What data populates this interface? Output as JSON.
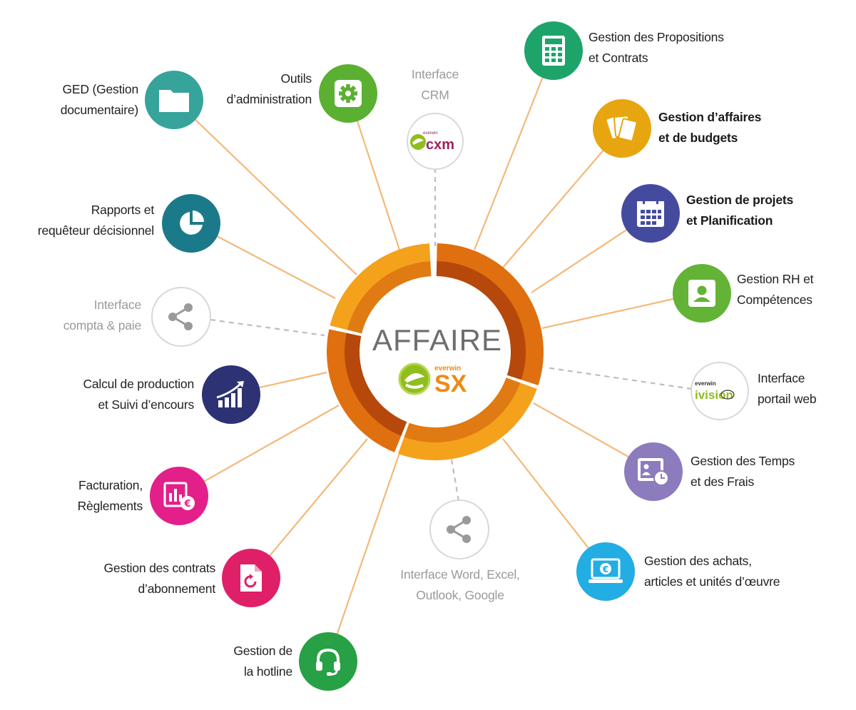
{
  "center": {
    "title": "AFFAIRE",
    "brand_small": "everwin",
    "brand_big": "SX"
  },
  "colors": {
    "ring_light": "#f4a11c",
    "ring_dark": "#d4620c",
    "line_orange": "#f3b979",
    "line_dashed": "#bdbdbd"
  },
  "modules": {
    "ged": {
      "lines": [
        "GED (Gestion",
        "documentaire)"
      ],
      "icon": "folder-icon",
      "color": "#36a49a"
    },
    "outils": {
      "lines": [
        "Outils",
        "d’administration"
      ],
      "icon": "gear-icon",
      "color": "#5bb031"
    },
    "crm": {
      "lines": [
        "Interface",
        "CRM"
      ],
      "icon": "cxm-logo",
      "logo_small": "everwin",
      "logo_big": "cxm"
    },
    "propositions": {
      "lines": [
        "Gestion des Propositions",
        "et Contrats"
      ],
      "icon": "calculator-icon",
      "color": "#1ea46a"
    },
    "affaires": {
      "lines": [
        "Gestion d’affaires",
        "et de budgets"
      ],
      "icon": "cards-icon",
      "color": "#e7a60f"
    },
    "projets": {
      "lines": [
        "Gestion de projets",
        "et Planification"
      ],
      "icon": "calendar-icon",
      "color": "#444b9e"
    },
    "rh": {
      "lines": [
        "Gestion RH et",
        "Compétences"
      ],
      "icon": "person-icon",
      "color": "#63b336"
    },
    "portail": {
      "lines": [
        "Interface",
        "portail web"
      ],
      "icon": "ivision-logo",
      "logo_small": "everwin",
      "logo_big": "ivision"
    },
    "temps": {
      "lines": [
        "Gestion des Temps",
        "et des Frais"
      ],
      "icon": "timesheet-icon",
      "color": "#8c7bbd"
    },
    "achats": {
      "lines": [
        "Gestion des achats,",
        "articles et unités d’œuvre"
      ],
      "icon": "laptop-euro-icon",
      "color": "#22ade3"
    },
    "word": {
      "lines": [
        "Interface Word, Excel,",
        "Outlook, Google"
      ],
      "icon": "share-icon"
    },
    "hotline": {
      "lines": [
        "Gestion de",
        "la hotline"
      ],
      "icon": "headset-icon",
      "color": "#27a046"
    },
    "abonnement": {
      "lines": [
        "Gestion des contrats",
        "d’abonnement"
      ],
      "icon": "document-refresh-icon",
      "color": "#df1f68"
    },
    "facturation": {
      "lines": [
        "Facturation,",
        "Règlements"
      ],
      "icon": "invoice-euro-icon",
      "color": "#e3208a"
    },
    "production": {
      "lines": [
        "Calcul de production",
        "et Suivi d’encours"
      ],
      "icon": "growth-chart-icon",
      "color": "#2c3273"
    },
    "compta": {
      "lines": [
        "Interface",
        "compta & paie"
      ],
      "icon": "share-icon"
    },
    "rapports": {
      "lines": [
        "Rapports et",
        "requêteur décisionnel"
      ],
      "icon": "pie-chart-icon",
      "color": "#1b7a8a"
    }
  }
}
